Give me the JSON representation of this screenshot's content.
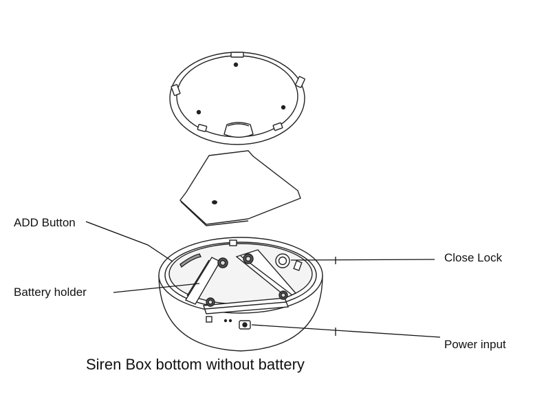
{
  "labels": {
    "add_button": "ADD Button",
    "battery_holder": "Battery holder",
    "close_lock": "Close Lock",
    "power_input": "Power input"
  },
  "caption": "Siren Box bottom without battery",
  "colors": {
    "line": "#111111",
    "background": "#ffffff",
    "shade": "#d8d8d8"
  }
}
